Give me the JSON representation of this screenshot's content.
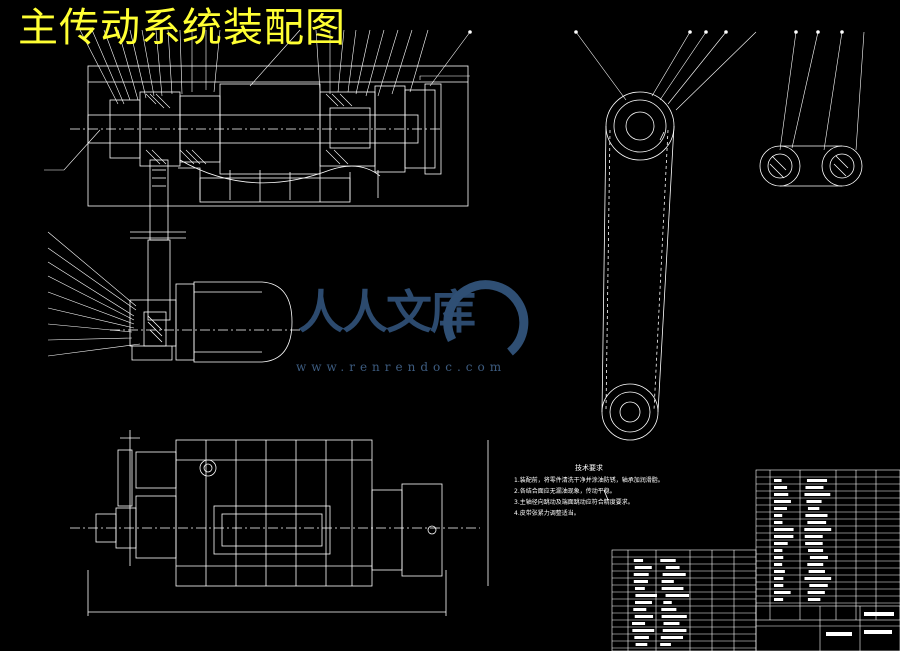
{
  "drawing": {
    "title": "主传动系统装配图",
    "notes_heading": "技术要求",
    "notes": [
      "1.装配前，将零件清洗干净并涂油防锈，轴承加润滑脂。",
      "2.各结合面应无漏油现象，传动平稳。",
      "3.主轴径向跳动及端面跳动应符合精度要求。",
      "4.皮带张紧力调整适当。"
    ]
  },
  "watermark": {
    "brand": "人人文库",
    "url": "www.renrendoc.com"
  },
  "colors": {
    "background": "#000000",
    "lines": "#ffffff",
    "title": "#ffff33",
    "watermark": "#2f4f74"
  }
}
